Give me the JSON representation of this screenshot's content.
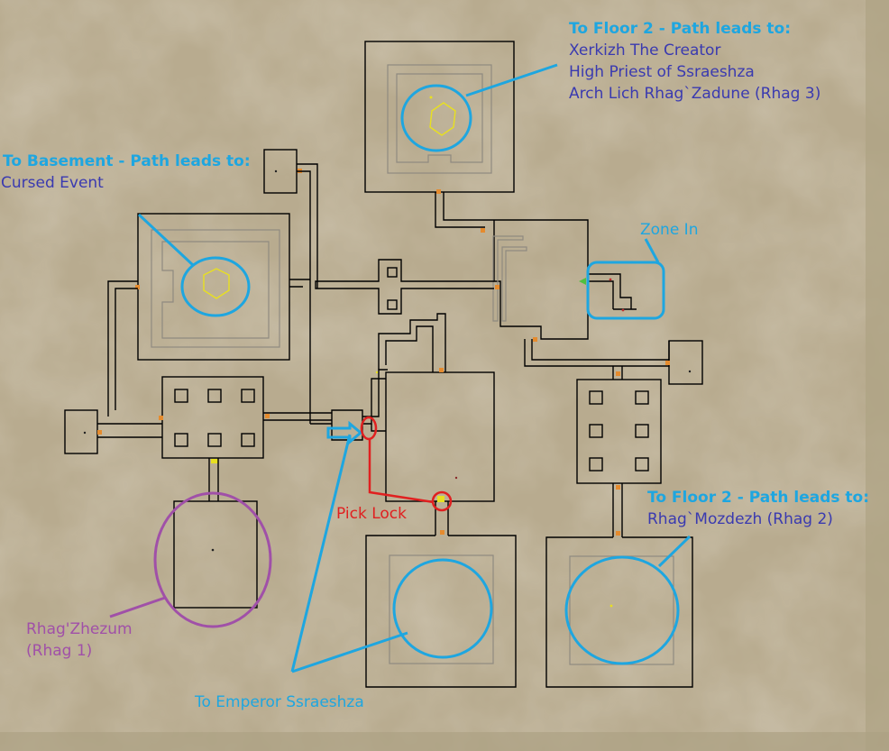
{
  "map": {
    "colors": {
      "background": "#b8ab8f",
      "wall": "#000000",
      "blue_annotation": "#1ea6e0",
      "blue_text": "#3a3ab0",
      "red_annotation": "#e02020",
      "purple_annotation": "#a050a8",
      "yellow_marker": "#e8e020"
    },
    "labels": {
      "floor2_north_heading": "To Floor 2 - Path leads to:",
      "floor2_north_line1": "Xerkizh The Creator",
      "floor2_north_line2": "High Priest of Ssraeshza",
      "floor2_north_line3": "Arch Lich Rhag`Zadune (Rhag 3)",
      "basement_heading": "To Basement - Path leads to:",
      "basement_line1": "Cursed Event",
      "zone_in": "Zone In",
      "pick_lock": "Pick Lock",
      "floor2_east_heading": "To Floor 2 - Path leads to:",
      "floor2_east_line1": "Rhag`Mozdezh (Rhag 2)",
      "rhag1_line1": "Rhag'Zhezum",
      "rhag1_line2": "(Rhag 1)",
      "emperor": "To Emperor Ssraeshza"
    },
    "icons": [
      "zone-in-arrow-icon",
      "blue-pointer-arrow-icon"
    ]
  }
}
